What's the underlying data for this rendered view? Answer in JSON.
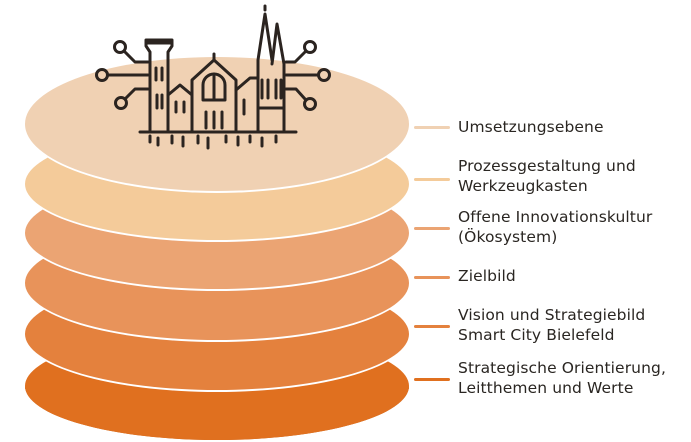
{
  "diagram": {
    "layers": [
      {
        "id": "l1",
        "label": "Umsetzungsebene",
        "color": "#f0d1b3"
      },
      {
        "id": "l2",
        "label": "Prozessgestaltung und\nWerkzeugkasten",
        "color": "#f4cb9a"
      },
      {
        "id": "l3",
        "label": "Offene Innovationskultur\n(Ökosystem)",
        "color": "#eba473"
      },
      {
        "id": "l4",
        "label": "Zielbild",
        "color": "#e8935a"
      },
      {
        "id": "l5",
        "label": "Vision und Strategiebild\nSmart City Bielefeld",
        "color": "#e4813d"
      },
      {
        "id": "l6",
        "label": "Strategische Orientierung,\nLeitthemen und Werte",
        "color": "#e0701f"
      }
    ],
    "icon": "city-skyline-circuit-icon",
    "outline_color": "#2b2420"
  }
}
